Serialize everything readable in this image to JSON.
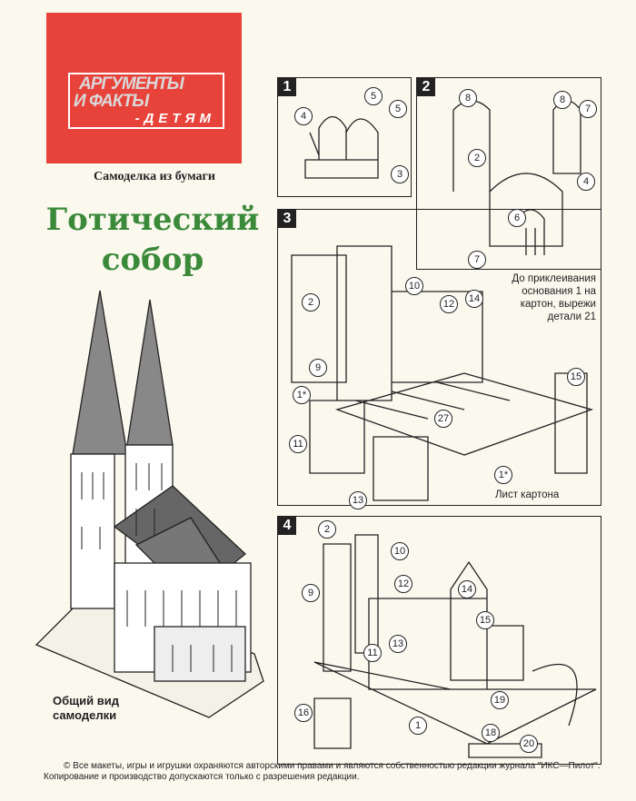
{
  "logo": {
    "line1": "АРГУМЕНТЫ",
    "line2": "И ФАКТЫ",
    "line3": "-ДЕТЯМ",
    "color": "#e8433a"
  },
  "subtitle": "Самоделка из бумаги",
  "title": {
    "line1": "Готический",
    "line2": "собор",
    "color": "#3a8a3a"
  },
  "caption": {
    "line1": "Общий вид",
    "line2": "самоделки"
  },
  "steps": [
    {
      "number": "1",
      "parts": [
        "4",
        "5",
        "5",
        "3"
      ]
    },
    {
      "number": "2",
      "parts": [
        "8",
        "8",
        "7",
        "2",
        "6",
        "4",
        "7"
      ]
    },
    {
      "number": "3",
      "parts": [
        "2",
        "10",
        "12",
        "14",
        "15",
        "9",
        "1*",
        "27",
        "11",
        "13",
        "1*"
      ]
    },
    {
      "number": "4",
      "parts": [
        "2",
        "10",
        "9",
        "12",
        "14",
        "15",
        "13",
        "11",
        "16",
        "1",
        "19",
        "18",
        "20"
      ]
    }
  ],
  "notes": {
    "glue_before": "До приклеивания основания 1 на картон, вырежи детали 21",
    "cardboard": "Лист картона"
  },
  "footer": {
    "line1": "© Все макеты, игры и игрушки охраняются авторскими правами и являются собственностью редакции журнала \"ИКС—Пилот\".",
    "line2": "Копирование и производство допускаются только с разрешения редакции."
  }
}
